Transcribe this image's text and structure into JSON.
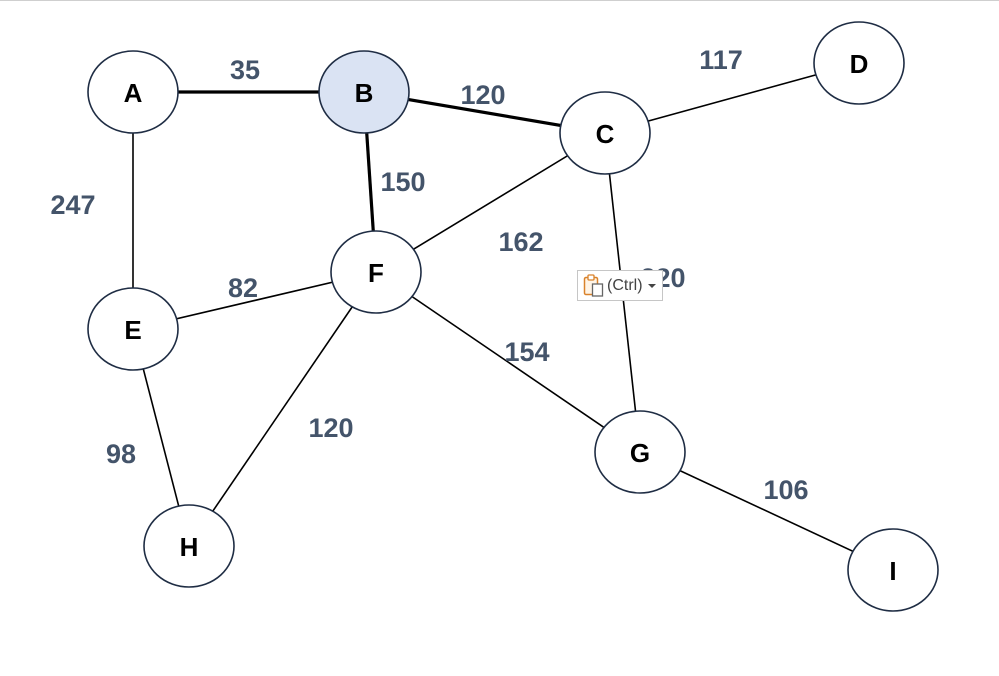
{
  "diagram": {
    "nodes": [
      {
        "id": "A",
        "label": "A",
        "highlighted": false
      },
      {
        "id": "B",
        "label": "B",
        "highlighted": true
      },
      {
        "id": "C",
        "label": "C",
        "highlighted": false
      },
      {
        "id": "D",
        "label": "D",
        "highlighted": false
      },
      {
        "id": "E",
        "label": "E",
        "highlighted": false
      },
      {
        "id": "F",
        "label": "F",
        "highlighted": false
      },
      {
        "id": "G",
        "label": "G",
        "highlighted": false
      },
      {
        "id": "H",
        "label": "H",
        "highlighted": false
      },
      {
        "id": "I",
        "label": "I",
        "highlighted": false
      }
    ],
    "edges": [
      {
        "from": "A",
        "to": "B",
        "weight": "35",
        "bold": true
      },
      {
        "from": "B",
        "to": "C",
        "weight": "120",
        "bold": true
      },
      {
        "from": "C",
        "to": "D",
        "weight": "117",
        "bold": false
      },
      {
        "from": "A",
        "to": "E",
        "weight": "247",
        "bold": false
      },
      {
        "from": "B",
        "to": "F",
        "weight": "150",
        "bold": true
      },
      {
        "from": "C",
        "to": "F",
        "weight": "162",
        "bold": false
      },
      {
        "from": "C",
        "to": "G",
        "weight": "220",
        "bold": false
      },
      {
        "from": "E",
        "to": "F",
        "weight": "82",
        "bold": false
      },
      {
        "from": "E",
        "to": "H",
        "weight": "98",
        "bold": false
      },
      {
        "from": "F",
        "to": "H",
        "weight": "120",
        "bold": false
      },
      {
        "from": "F",
        "to": "G",
        "weight": "154",
        "bold": false
      },
      {
        "from": "G",
        "to": "I",
        "weight": "106",
        "bold": false
      }
    ]
  },
  "paste_options": {
    "label": "(Ctrl)",
    "icon": "clipboard-icon"
  },
  "colors": {
    "node_fill": "#ffffff",
    "node_highlight_fill": "#dae3f3",
    "node_stroke": "#1f2d44",
    "edge": "#000000",
    "weight_text": "#44546a",
    "clipboard_accent": "#d9822b"
  }
}
